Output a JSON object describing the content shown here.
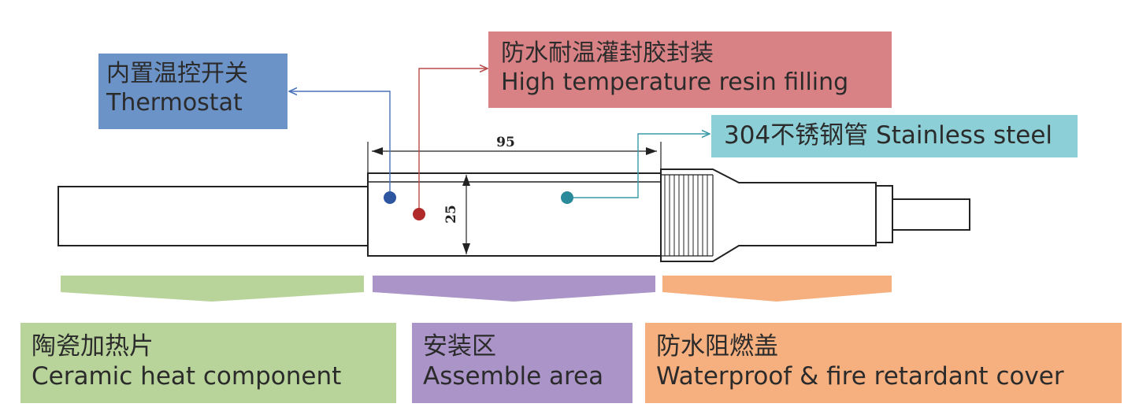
{
  "callouts": {
    "thermostat": {
      "cn": "内置温控开关",
      "en": "Thermostat",
      "color": "#6c93c8",
      "line_color": "#4a72b8",
      "dot_color": "#2d55a0"
    },
    "resin": {
      "cn": "防水耐温灌封胶封装",
      "en": "High temperature resin filling",
      "color": "#d98285",
      "line_color": "#b84a4a",
      "dot_color": "#b02a2a"
    },
    "steel": {
      "text": "304不锈钢管 Stainless steel",
      "color": "#8ccfd6",
      "line_color": "#3a9aa8",
      "dot_color": "#2a8a9a"
    }
  },
  "dimensions": {
    "length": "95",
    "diameter": "25"
  },
  "sections": {
    "ceramic": {
      "cn": "陶瓷加热片",
      "en": "Ceramic heat component",
      "color": "#b8d49a"
    },
    "assemble": {
      "cn": "安装区",
      "en": "Assemble area",
      "color": "#ab94c8"
    },
    "cover": {
      "cn": "防水阻燃盖",
      "en": "Waterproof & fire retardant cover",
      "color": "#f6b07f"
    }
  }
}
